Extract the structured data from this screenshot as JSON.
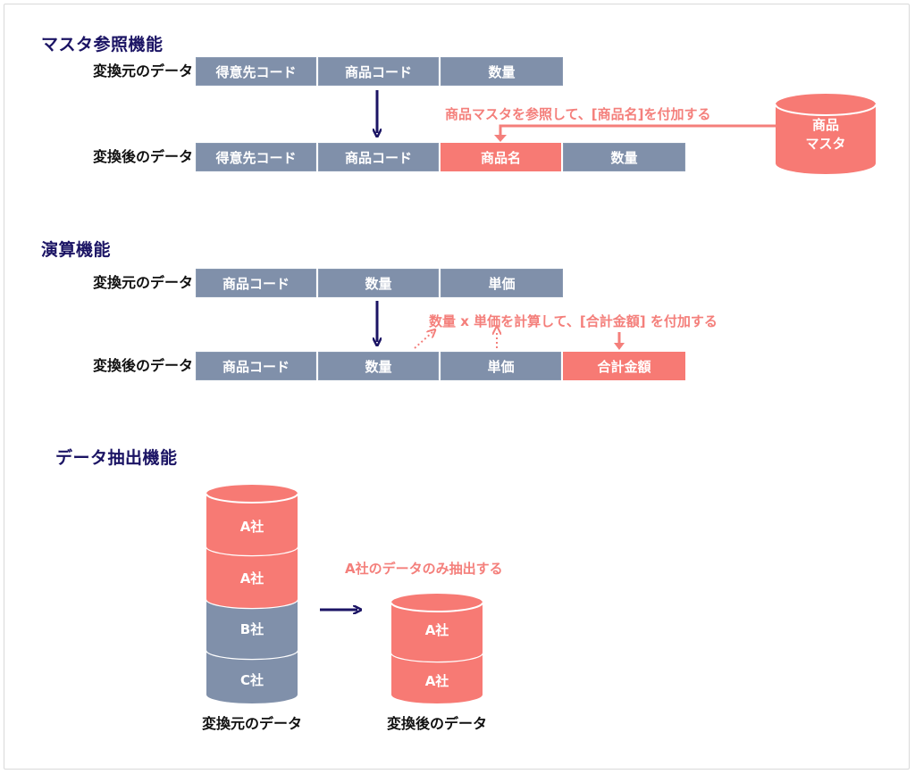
{
  "colors": {
    "title": "#1b1464",
    "cell_blue": "#8090aa",
    "cell_pink": "#f77a74",
    "note": "#f47f7b",
    "arrow": "#1b1464"
  },
  "master": {
    "title": "マスタ参照機能",
    "source_label": "変換元のデータ",
    "result_label": "変換後のデータ",
    "source_cells": [
      "得意先コード",
      "商品コード",
      "数量"
    ],
    "result_cells": [
      "得意先コード",
      "商品コード",
      "商品名",
      "数量"
    ],
    "note": "商品マスタを参照して、[商品名]を付加する",
    "db_line1": "商品",
    "db_line2": "マスタ"
  },
  "calc": {
    "title": "演算機能",
    "source_label": "変換元のデータ",
    "result_label": "変換後のデータ",
    "source_cells": [
      "商品コード",
      "数量",
      "単価"
    ],
    "result_cells": [
      "商品コード",
      "数量",
      "単価",
      "合計金額"
    ],
    "note": "数量 x 単価を計算して、[合計金額] を付加する"
  },
  "extract": {
    "title": "データ抽出機能",
    "source_stack": [
      "A社",
      "A社",
      "B社",
      "C社"
    ],
    "result_stack": [
      "A社",
      "A社"
    ],
    "note": "A社のデータのみ抽出する",
    "source_label": "変換元のデータ",
    "result_label": "変換後のデータ"
  }
}
